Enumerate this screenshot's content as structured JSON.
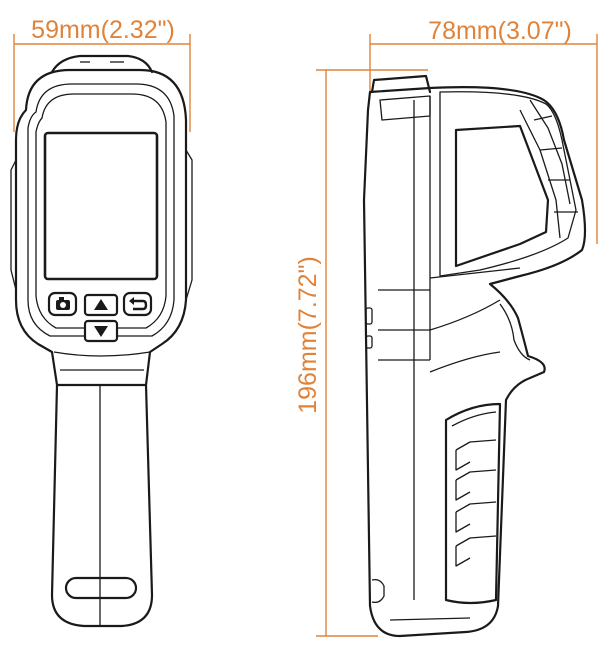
{
  "colors": {
    "dimension": "#e0833a",
    "outline": "#1a1a1a",
    "background": "#ffffff"
  },
  "front_view": {
    "width_label": "59mm(2.32\")",
    "buttons": [
      {
        "icon": "camera-icon"
      },
      {
        "icon": "arrow-up-icon"
      },
      {
        "icon": "back-icon"
      },
      {
        "icon": "arrow-down-icon"
      }
    ]
  },
  "side_view": {
    "depth_label": "78mm(3.07\")",
    "height_label": "196mm(7.72\")"
  }
}
